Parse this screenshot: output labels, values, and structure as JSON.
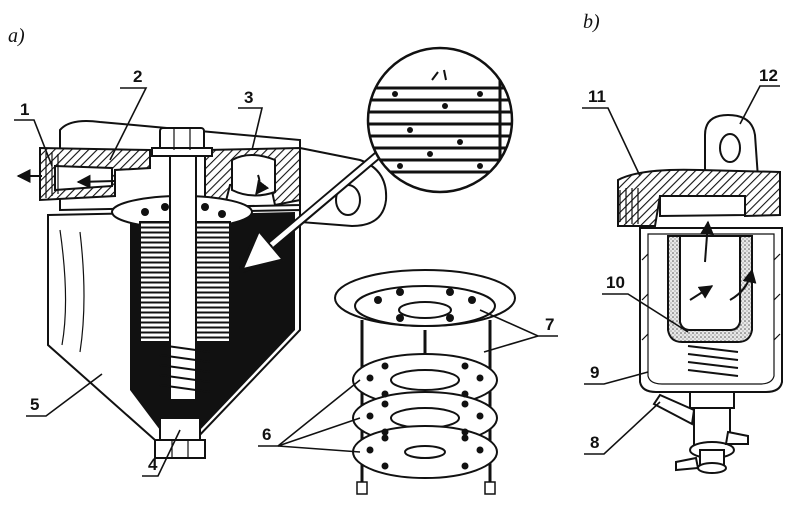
{
  "panels": {
    "a": "a)",
    "b": "b)"
  },
  "callouts": [
    "1",
    "2",
    "3",
    "4",
    "5",
    "6",
    "7",
    "8",
    "9",
    "10",
    "11",
    "12"
  ],
  "colors": {
    "ink": "#111111",
    "paper": "#ffffff",
    "sediment": "#d9d9d9"
  }
}
